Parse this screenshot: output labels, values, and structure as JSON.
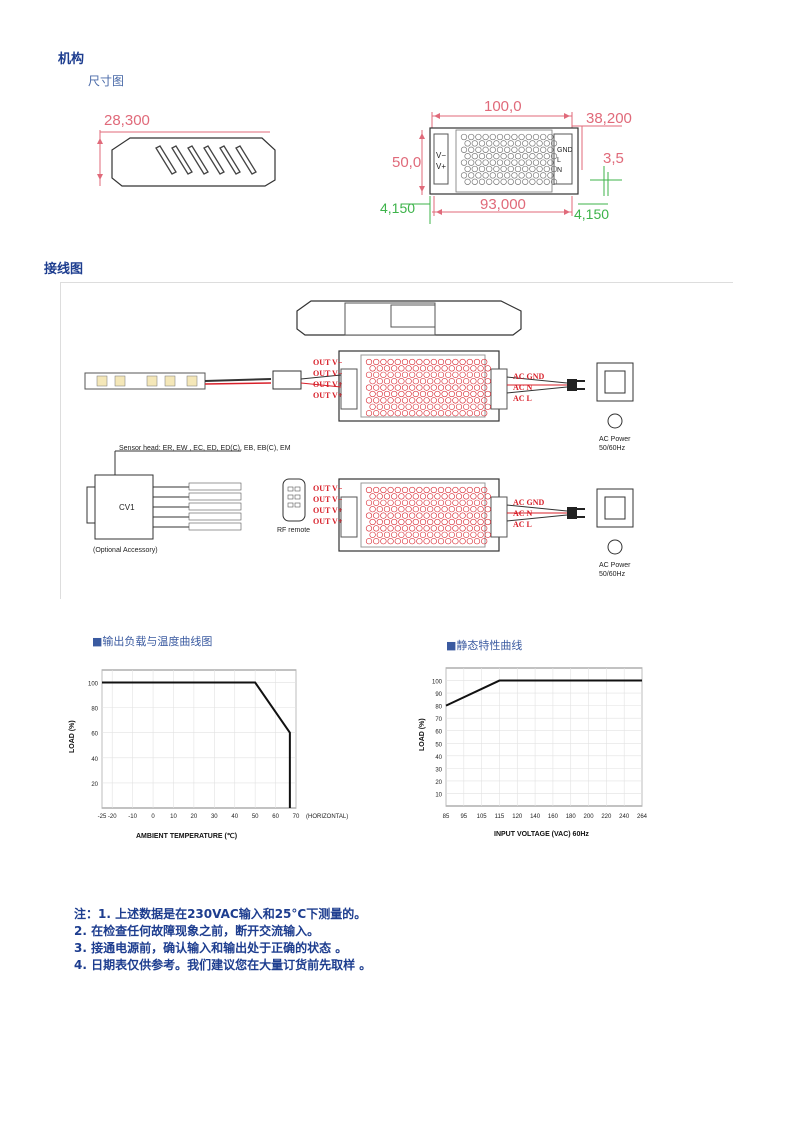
{
  "headings": {
    "mechanism": "机构",
    "dimension_drawing": "尺寸图",
    "wiring": "接线图"
  },
  "dimensions": {
    "side_height": "28,300",
    "top_length": "100,0",
    "depth": "38,200",
    "height": "50,0",
    "terminal": "3,5",
    "hole_spacing": "93,000",
    "offset_left": "4,150",
    "offset_right": "4,150",
    "left_labels": [
      "V−",
      "V+"
    ],
    "right_labels": [
      "GND",
      "L",
      "N"
    ]
  },
  "wiring": {
    "output_labels": [
      "OUT V−",
      "OUT V−",
      "OUT V+",
      "OUT V+"
    ],
    "input_labels": [
      "AC GND",
      "AC N",
      "AC L"
    ],
    "ac_power": [
      "AC Power",
      "50/60Hz"
    ],
    "sensor_head": "Sensor head: ER, EW , EC, ED, ED(C), EB, EB(C), EM",
    "controller": "CV1",
    "rf_remote": "RF remote",
    "optional_accessory": "(Optional Accessory)"
  },
  "chart_data": [
    {
      "type": "line",
      "title": "■输出负载与温度曲线图",
      "xlabel": "AMBIENT TEMPERATURE (℃)",
      "ylabel": "LOAD (%)",
      "x_extra_label": "(HORIZONTAL)",
      "x_ticks": [
        -25,
        -20,
        -10,
        0,
        10,
        20,
        30,
        40,
        50,
        60,
        70
      ],
      "y_ticks": [
        20,
        40,
        60,
        80,
        100
      ],
      "xlim": [
        -25,
        70
      ],
      "ylim": [
        0,
        110
      ],
      "series": [
        {
          "x": [
            -25,
            50,
            67,
            67
          ],
          "y": [
            100,
            100,
            60,
            0
          ]
        }
      ]
    },
    {
      "type": "line",
      "title": "■静态特性曲线",
      "xlabel": "INPUT VOLTAGE (VAC) 60Hz",
      "ylabel": "LOAD (%)",
      "x_ticks": [
        85,
        95,
        105,
        115,
        120,
        140,
        160,
        180,
        200,
        220,
        240,
        264
      ],
      "y_ticks": [
        10,
        20,
        30,
        40,
        50,
        60,
        70,
        80,
        90,
        100
      ],
      "ylim": [
        0,
        110
      ],
      "series": [
        {
          "x": [
            85,
            115,
            264
          ],
          "y": [
            80,
            100,
            100
          ]
        }
      ]
    }
  ],
  "notes": [
    "注：1. 上述数据是在230VAC输入和25°C下测量的。",
    "2. 在检查任何故障现象之前，断开交流输入。",
    "3. 接通电源前，确认输入和输出处于正确的状态 。",
    "4. 日期表仅供参考。我们建议您在大量订货前先取样 。"
  ]
}
